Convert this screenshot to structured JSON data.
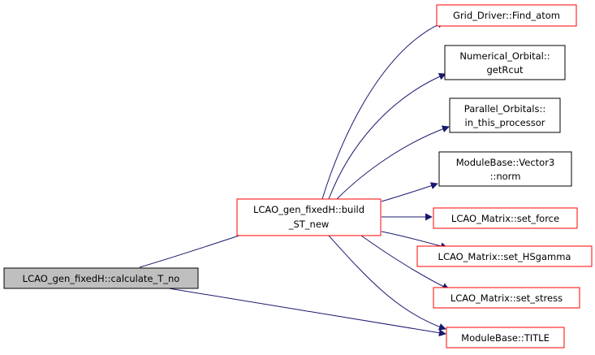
{
  "colors": {
    "edge": "#191970",
    "node_border_red": "#ff0000",
    "node_border_black": "#000000",
    "root_fill": "#bfbfbf",
    "node_fill": "#ffffff"
  },
  "nodes": {
    "calculate_T_no": {
      "lines": [
        "LCAO_gen_fixedH::calculate_T_no"
      ]
    },
    "build_ST_new": {
      "lines": [
        "LCAO_gen_fixedH::build",
        "_ST_new"
      ]
    },
    "find_atom": {
      "lines": [
        "Grid_Driver::Find_atom"
      ]
    },
    "getRcut": {
      "lines": [
        "Numerical_Orbital::",
        "getRcut"
      ]
    },
    "in_this_processor": {
      "lines": [
        "Parallel_Orbitals::",
        "in_this_processor"
      ]
    },
    "vector3_norm": {
      "lines": [
        "ModuleBase::Vector3",
        "::norm"
      ]
    },
    "set_force": {
      "lines": [
        "LCAO_Matrix::set_force"
      ]
    },
    "set_HSgamma": {
      "lines": [
        "LCAO_Matrix::set_HSgamma"
      ]
    },
    "set_stress": {
      "lines": [
        "LCAO_Matrix::set_stress"
      ]
    },
    "title": {
      "lines": [
        "ModuleBase::TITLE"
      ]
    }
  }
}
